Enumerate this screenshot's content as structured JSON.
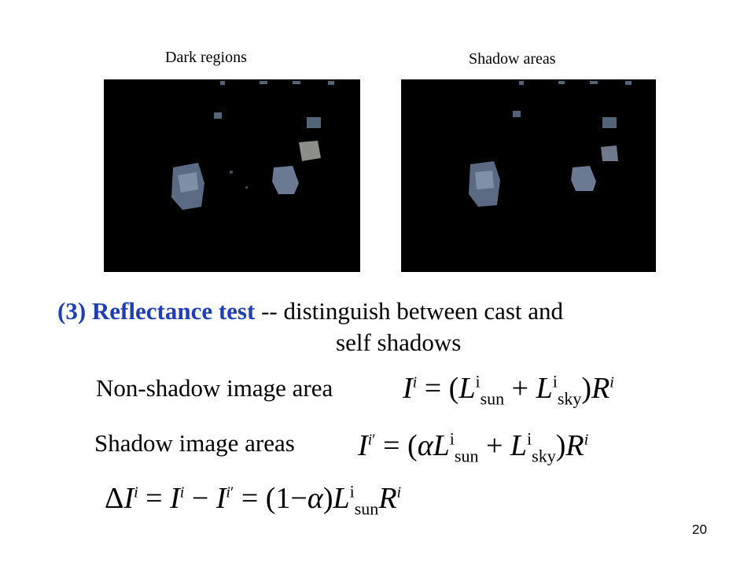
{
  "figures": [
    {
      "caption": "Dark regions"
    },
    {
      "caption": "Shadow areas"
    }
  ],
  "heading": {
    "number": "(3)",
    "bold": "Reflectance test",
    "rest_line1": "-- distinguish between cast and",
    "rest_line2": "self shadows"
  },
  "rows": [
    {
      "label": "Non-shadow image area"
    },
    {
      "label": "Shadow image areas"
    }
  ],
  "equations": {
    "eq1": {
      "lhs": "I",
      "sup": "i",
      "sun": "sun",
      "sky": "sky",
      "R": "R"
    },
    "eq2": {
      "lhs": "I",
      "sup": "i",
      "prime": "′",
      "alpha": "α"
    },
    "eq3": {
      "delta": "Δ",
      "one_minus": "(1−",
      "alpha": "α"
    }
  },
  "page_number": "20"
}
